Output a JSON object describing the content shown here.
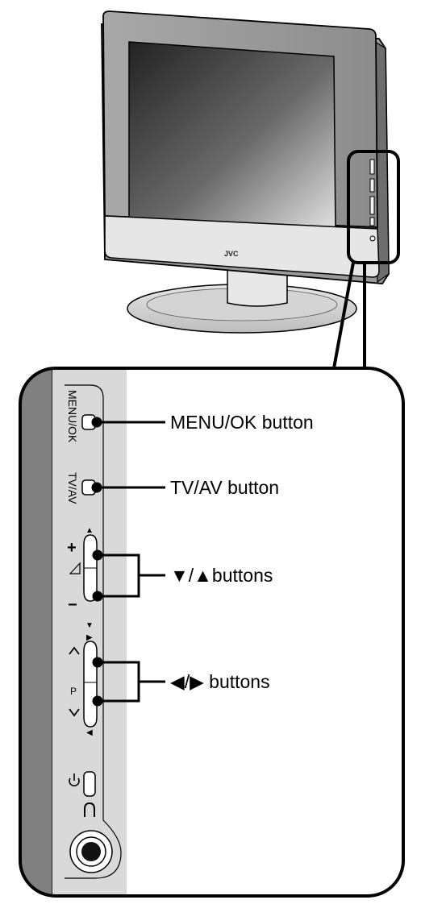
{
  "tv": {
    "brand": "JVC"
  },
  "panel": {
    "menu_text": "MENU/OK",
    "tvav_text": "TV/AV",
    "vol_plus": "+",
    "vol_minus": "−",
    "vol_icon": "⊿",
    "prog_up": "^",
    "prog_down": "v",
    "prog_letter": "P",
    "arrow_up": "▲",
    "arrow_down": "▼",
    "arrow_right": "▶",
    "arrow_left": "◀",
    "power_icon": "⏻",
    "headphone_icon": "∩"
  },
  "callouts": {
    "menu_ok": "MENU/OK button",
    "tv_av": "TV/AV button",
    "vol_label": "▼/▲buttons",
    "prog_label": "◀/▶ buttons"
  },
  "colors": {
    "line": "#000000",
    "panel_bg": "#d9d9d9",
    "panel_edge": "#808080",
    "screen_dark": "#2a2a2a",
    "screen_light": "#e0e0e0"
  }
}
